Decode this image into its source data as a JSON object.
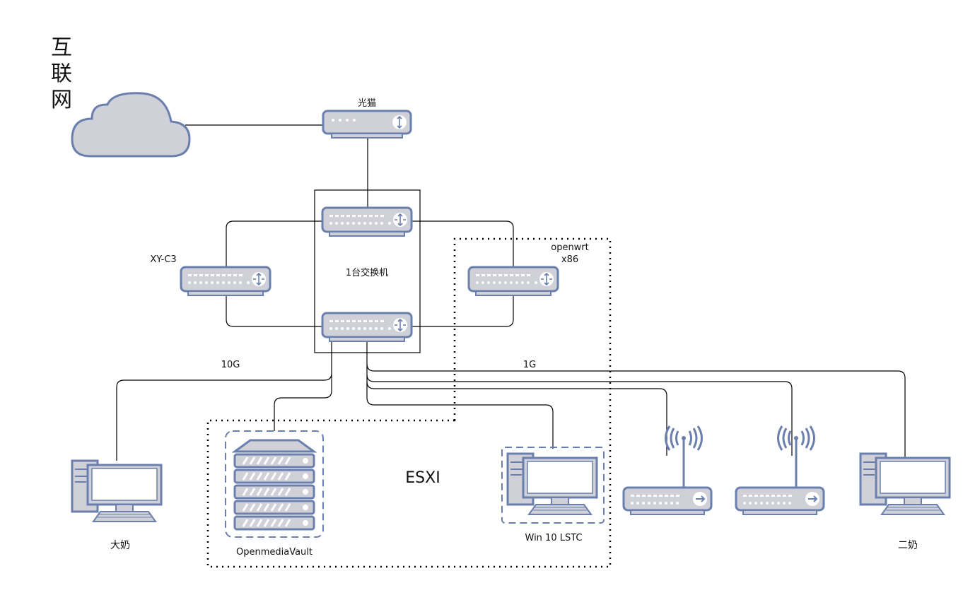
{
  "title": "互联网",
  "labels": {
    "modem": "光猫",
    "switch_box": "1台交换机",
    "xy_c3": "XY-C3",
    "openwrt_line1": "openwrt",
    "openwrt_line2": "x86",
    "speed_left": "10G",
    "speed_right": "1G",
    "esxi": "ESXI",
    "pc_left": "大奶",
    "nas": "OpenmediaVault",
    "win_vm": "Win 10 LSTC",
    "pc_right": "二奶"
  },
  "colors": {
    "icon_fill": "#d0d0d8",
    "icon_stroke": "#6a7fae",
    "line": "#000000"
  },
  "icons": {
    "internet": "cloud-icon",
    "modem": "modem-icon",
    "switch": "switch-icon",
    "router": "router-icon",
    "server": "server-icon",
    "computer": "desktop-computer-icon",
    "wifi": "wireless-ap-icon"
  }
}
